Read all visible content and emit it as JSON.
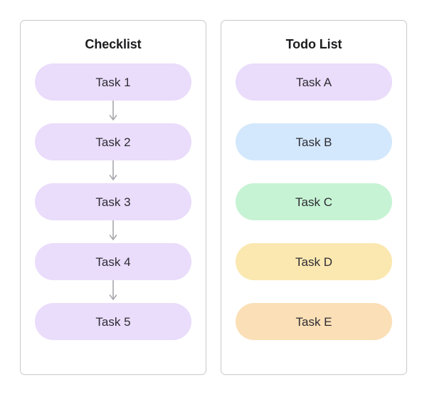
{
  "colors": {
    "page_background": "#ffffff",
    "panel_border": "#c9c9cc",
    "text": "#2d2d33",
    "title": "#1c1c1e",
    "arrow": "#a7a7ad",
    "lavender": "#eadcfb",
    "blue": "#d3e8fc",
    "green": "#c6f3d4",
    "yellow": "#fbe8b0",
    "orange": "#fbdfb6"
  },
  "panels": [
    {
      "id": "checklist",
      "title": "Checklist",
      "has_connectors": true,
      "tasks": [
        {
          "label": "Task 1",
          "color": "#eadcfb"
        },
        {
          "label": "Task 2",
          "color": "#eadcfb"
        },
        {
          "label": "Task 3",
          "color": "#eadcfb"
        },
        {
          "label": "Task 4",
          "color": "#eadcfb"
        },
        {
          "label": "Task 5",
          "color": "#eadcfb"
        }
      ]
    },
    {
      "id": "todo-list",
      "title": "Todo List",
      "has_connectors": false,
      "tasks": [
        {
          "label": "Task A",
          "color": "#eadcfb"
        },
        {
          "label": "Task B",
          "color": "#d3e8fc"
        },
        {
          "label": "Task C",
          "color": "#c6f3d4"
        },
        {
          "label": "Task D",
          "color": "#fbe8b0"
        },
        {
          "label": "Task E",
          "color": "#fbdfb6"
        }
      ]
    }
  ]
}
